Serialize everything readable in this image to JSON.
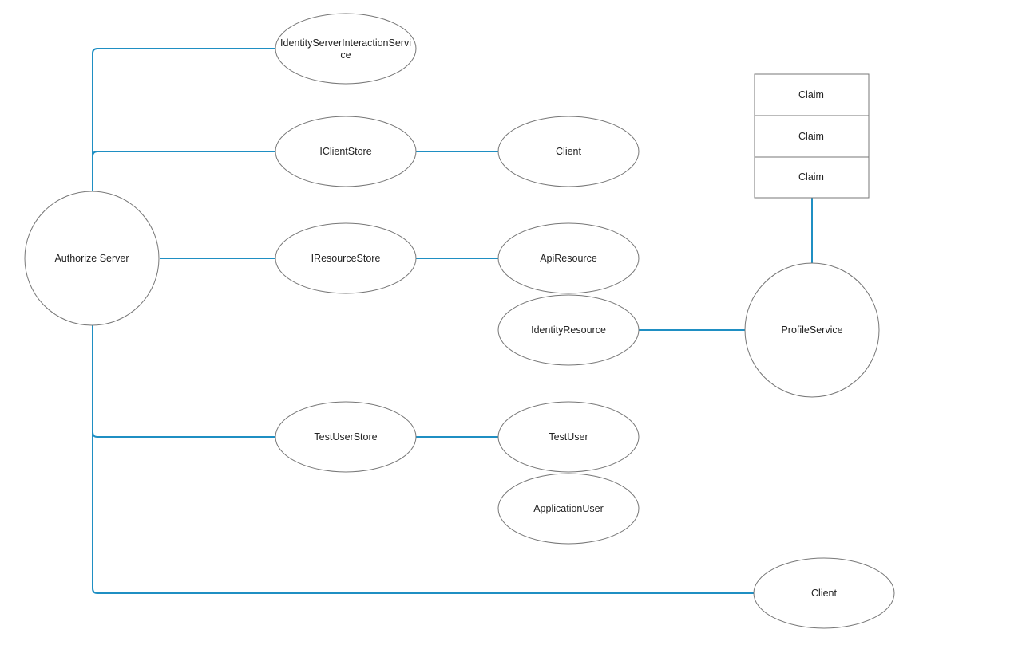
{
  "diagram": {
    "edge_color": "#1f8fc3",
    "nodes": {
      "authorize_server": "Authorize Server",
      "interaction_service_line1": "IdentityServerInteractionServi",
      "interaction_service_line2": "ce",
      "client_store": "IClientStore",
      "client": "Client",
      "resource_store": "IResourceStore",
      "api_resource": "ApiResource",
      "identity_resource": "IdentityResource",
      "profile_service": "ProfileService",
      "test_user_store": "TestUserStore",
      "test_user": "TestUser",
      "application_user": "ApplicationUser",
      "client_bottom": "Client"
    },
    "claims": [
      "Claim",
      "Claim",
      "Claim"
    ]
  }
}
